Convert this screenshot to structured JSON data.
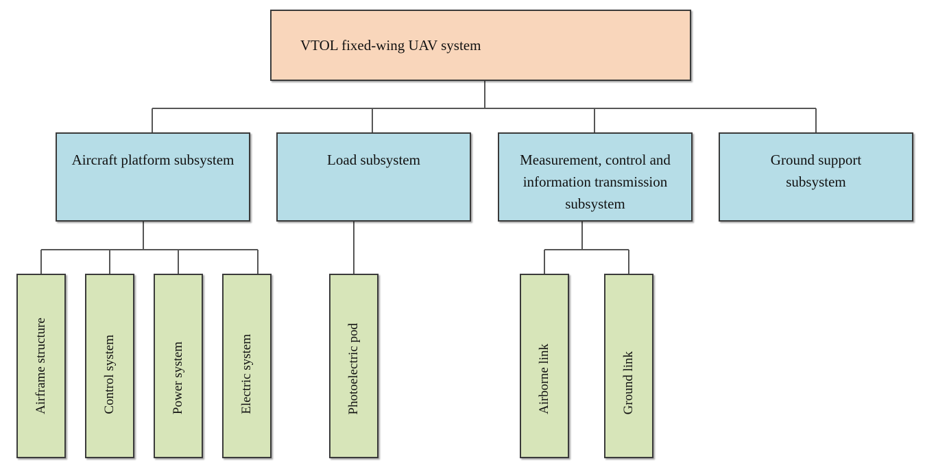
{
  "root": {
    "label": "VTOL fixed-wing UAV system"
  },
  "subsystems": [
    {
      "label": "Aircraft platform subsystem",
      "components": [
        "Airframe structure",
        "Control system",
        "Power system",
        "Electric system"
      ]
    },
    {
      "label": "Load subsystem",
      "components": [
        "Photoelectric pod"
      ]
    },
    {
      "label": "Measurement, control and information transmission subsystem",
      "components": [
        "Airborne link",
        "Ground link"
      ]
    },
    {
      "label": "Ground support subsystem",
      "components": []
    }
  ],
  "colors": {
    "root_fill": "#f9d6bb",
    "subsystem_fill": "#b6dde7",
    "component_fill": "#d7e5b9",
    "border": "#3a3a3a",
    "connector": "#555555"
  }
}
